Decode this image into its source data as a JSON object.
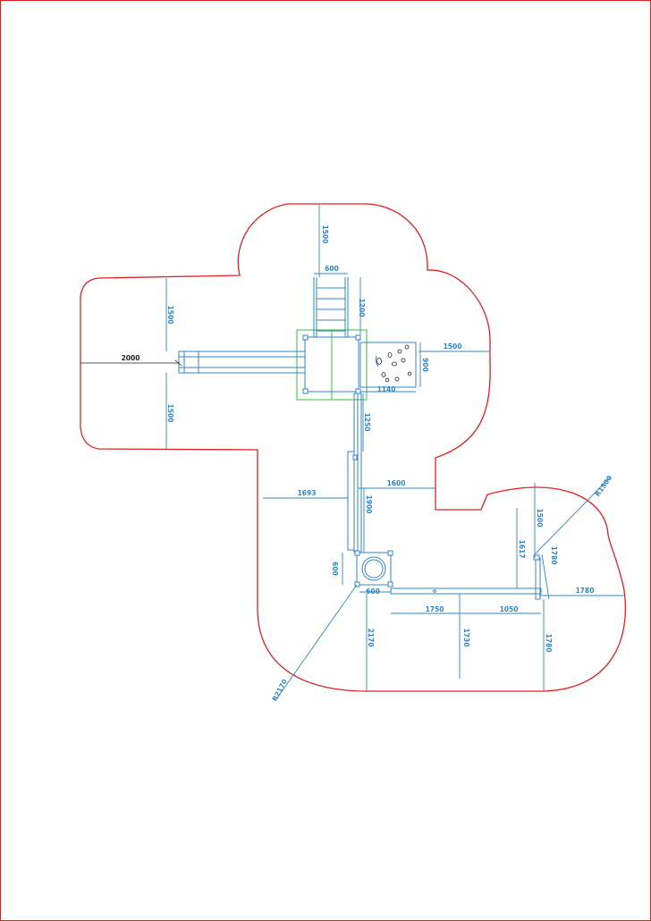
{
  "drawing": {
    "colors": {
      "safety_zone": "#e02020",
      "equipment": "#2f86c4",
      "platform_footprint": "#34c234",
      "overall_dimension": "#222222"
    },
    "dimensions": {
      "stair_top_extent": "1500",
      "ladder_width": "600",
      "ladder_length": "1200",
      "slide_side_top": "1500",
      "slide_side_bottom": "1500",
      "slide_overall": "2000",
      "climbing_wall_clearance": "1500",
      "climbing_wall_depth": "900",
      "climbing_wall_width": "1140",
      "bridge_upper": "1250",
      "bridge_left_clearance": "1693",
      "bridge_right_clearance": "1600",
      "bridge_length": "1900",
      "tower_width_side": "600",
      "tower_width_bottom": "600",
      "corner_radius_lower_left": "R2170",
      "lower_vertical": "2170",
      "beam_span_left": "1750",
      "beam_drop": "1730",
      "beam_span_right": "1050",
      "post_height_inner": "1617",
      "post_height_top": "1500",
      "post_side_right": "1780",
      "right_clearance": "1780",
      "right_vertical": "1780",
      "corner_radius_upper_right": "R1500"
    }
  }
}
